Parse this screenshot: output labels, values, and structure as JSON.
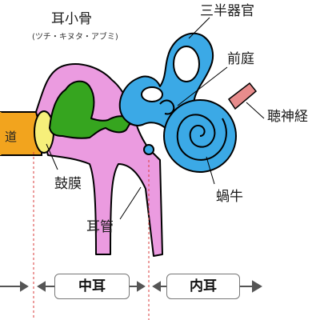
{
  "labels": {
    "semicircular_canals": "三半器官",
    "ossicles": "耳小骨",
    "ossicles_names": "(ツチ・キヌタ・アブミ)",
    "vestibule": "前庭",
    "auditory_nerve": "聴神経",
    "eardrum": "鼓膜",
    "cochlea": "蝸牛",
    "eustachian_tube": "耳管",
    "ear_canal_fragment": "道"
  },
  "regions": {
    "middle_ear": "中耳",
    "inner_ear": "内耳"
  },
  "colors": {
    "inner_ear": "#3ba9e6",
    "middle_ear_cavity": "#eb9be0",
    "ossicles": "#36a51f",
    "ear_canal": "#f2a41e",
    "eardrum": "#f6ef7a",
    "nerve": "#e88c8c",
    "divider": "#d93a3a"
  }
}
